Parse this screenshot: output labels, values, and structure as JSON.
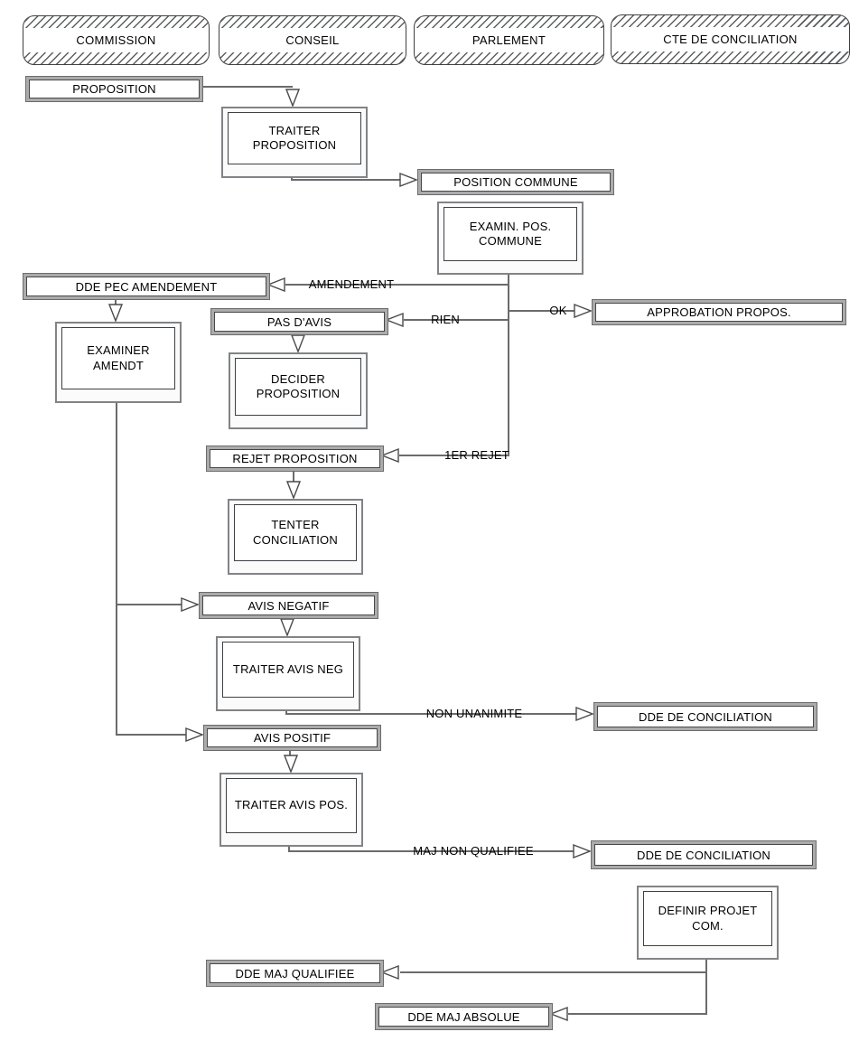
{
  "colors": {
    "line": "#6b6b6b",
    "box_border_dark": "#474747",
    "box_band_gray": "#ababab",
    "text": "#000000",
    "background": "#ffffff"
  },
  "lanes": [
    {
      "label": "COMMISSION"
    },
    {
      "label": "CONSEIL"
    },
    {
      "label": "PARLEMENT"
    },
    {
      "label": "CTE DE CONCILIATION"
    }
  ],
  "nodes": {
    "proposition": {
      "label": "PROPOSITION"
    },
    "traiter_proposition": {
      "label": "TRAITER\nPROPOSITION"
    },
    "position_commune": {
      "label": "POSITION COMMUNE"
    },
    "examin_pos_commune": {
      "label": "EXAMIN. POS.\nCOMMUNE"
    },
    "dde_pec_amendement": {
      "label": "DDE PEC AMENDEMENT"
    },
    "pas_davis": {
      "label": "PAS D'AVIS"
    },
    "approbation_propos": {
      "label": "APPROBATION PROPOS."
    },
    "examiner_amendt": {
      "label": "EXAMINER\nAMENDT"
    },
    "decider_proposition": {
      "label": "DECIDER\nPROPOSITION"
    },
    "rejet_proposition": {
      "label": "REJET PROPOSITION"
    },
    "tenter_conciliation": {
      "label": "TENTER\nCONCILIATION"
    },
    "avis_negatif": {
      "label": "AVIS NEGATIF"
    },
    "traiter_avis_neg": {
      "label": "TRAITER AVIS NEG"
    },
    "dde_conciliation_1": {
      "label": "DDE DE CONCILIATION"
    },
    "avis_positif": {
      "label": "AVIS POSITIF"
    },
    "traiter_avis_pos": {
      "label": "TRAITER AVIS POS."
    },
    "dde_conciliation_2": {
      "label": "DDE DE CONCILIATION"
    },
    "definir_projet_com": {
      "label": "DEFINIR PROJET\nCOM."
    },
    "dde_maj_qualifiee": {
      "label": "DDE MAJ QUALIFIEE"
    },
    "dde_maj_absolue": {
      "label": "DDE MAJ ABSOLUE"
    }
  },
  "edge_labels": {
    "amendement": "AMENDEMENT",
    "ok": "OK",
    "rien": "RIEN",
    "premier_rejet": "1ER REJET",
    "non_unanimite": "NON UNANIMITE",
    "maj_non_qualifiee": "MAJ NON QUALIFIEE"
  }
}
